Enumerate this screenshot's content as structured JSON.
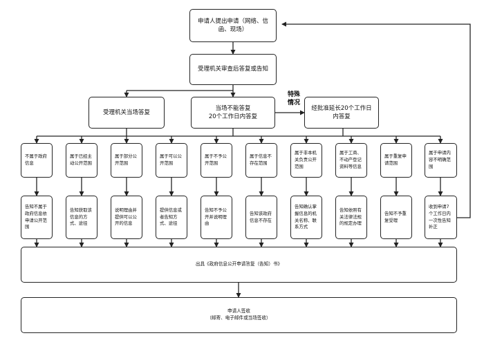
{
  "top": {
    "submit": "申请人提出申请（网络、信函、现场）",
    "review": "受理机关审查后答复或告知"
  },
  "branches": {
    "onsite": "受理机关当场答复",
    "within20": "当场不能答复\n20个工作日内答复",
    "special_label": "特殊\n情况",
    "extended": "经批准延长20个工作日内答复"
  },
  "categories": [
    {
      "condition": "不属于政府信息",
      "response": "告知不属于政府信息依申请公开范围"
    },
    {
      "condition": "属于已经主动公开范围",
      "response": "告知获取该信息的方式、途径"
    },
    {
      "condition": "属于部分公开范围",
      "response": "说明理由并提供可以公开的信息"
    },
    {
      "condition": "属于可以公开范围",
      "response": "提供信息或者告知方式、途径"
    },
    {
      "condition": "属于不予公开范围",
      "response": "告知不予公开并说明理由"
    },
    {
      "condition": "属于信息不存在范围",
      "response": "告知该政府信息不存在"
    },
    {
      "condition": "属于非本机关负责公开范围",
      "response": "告知确认掌握信息的机关名称、联系方式"
    },
    {
      "condition": "属于工商、不动产登记资料等信息",
      "response": "告知依照有关法律法规的规定办理"
    },
    {
      "condition": "属于重复申请范围",
      "response": "告知不予重复受理"
    },
    {
      "condition": "属于申请内容不明确范围",
      "response": "收到申请7个工作日内一次性告知补正"
    }
  ],
  "issue": "出具《政府信息公开申请答复（告知）书》",
  "receipt": {
    "title": "申请人签收",
    "detail": "（邮寄、电子邮件或当场签收）"
  }
}
